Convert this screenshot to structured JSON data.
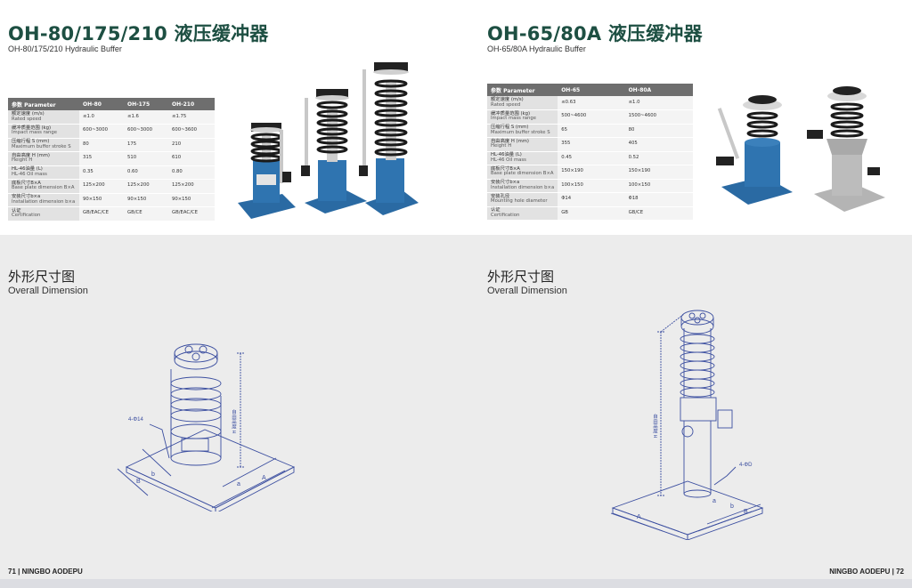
{
  "left": {
    "title": "OH-80/175/210 液压缓冲器",
    "subtitle": "OH-80/175/210 Hydraulic Buffer",
    "table": {
      "headers": [
        "参数 Parameter",
        "OH-80",
        "OH-175",
        "OH-210"
      ],
      "rows": [
        {
          "cn": "额定速度 (m/s)",
          "en": "Rated speed",
          "values": [
            "≤1.0",
            "≤1.6",
            "≤1.75"
          ]
        },
        {
          "cn": "缓冲质量范围 (kg)",
          "en": "Impact mass range",
          "values": [
            "600~3000",
            "600~3000",
            "600~3600"
          ]
        },
        {
          "cn": "压缩行程 S (mm)",
          "en": "Maximum buffer stroke S",
          "values": [
            "80",
            "175",
            "210"
          ]
        },
        {
          "cn": "自由高度 H (mm)",
          "en": "Height H",
          "values": [
            "315",
            "510",
            "610"
          ]
        },
        {
          "cn": "HL-46油量 (L)",
          "en": "HL-46 Oil mass",
          "values": [
            "0.35",
            "0.60",
            "0.80"
          ]
        },
        {
          "cn": "底板尺寸B×A",
          "en": "Base plate dimension B×A",
          "values": [
            "125×200",
            "125×200",
            "125×200"
          ]
        },
        {
          "cn": "安装尺寸b×a",
          "en": "Installation dimension b×a",
          "values": [
            "90×150",
            "90×150",
            "90×150"
          ]
        },
        {
          "cn": "认证",
          "en": "Certification",
          "values": [
            "GB/EAC/CE",
            "GB/CE",
            "GB/EAC/CE"
          ]
        }
      ]
    },
    "section_cn": "外形尺寸图",
    "section_en": "Overall Dimension",
    "drawing_labels": {
      "holes": "4-Φ14",
      "height": "自由高度 H",
      "B": "B",
      "b": "b",
      "a": "a",
      "A": "A"
    },
    "footer": "71 | NINGBO AODEPU"
  },
  "right": {
    "title": "OH-65/80A 液压缓冲器",
    "subtitle": "OH-65/80A Hydraulic Buffer",
    "table": {
      "headers": [
        "参数 Parameter",
        "OH-65",
        "OH-80A"
      ],
      "rows": [
        {
          "cn": "额定速度 (m/s)",
          "en": "Rated speed",
          "values": [
            "≤0.63",
            "≤1.0"
          ]
        },
        {
          "cn": "缓冲质量范围 (kg)",
          "en": "Impact mass range",
          "values": [
            "500~4600",
            "1500~4600"
          ]
        },
        {
          "cn": "压缩行程 S (mm)",
          "en": "Maximum buffer stroke S",
          "values": [
            "65",
            "80"
          ]
        },
        {
          "cn": "自由高度 H (mm)",
          "en": "Height H",
          "values": [
            "355",
            "405"
          ]
        },
        {
          "cn": "HL-46油量 (L)",
          "en": "HL-46 Oil mass",
          "values": [
            "0.45",
            "0.52"
          ]
        },
        {
          "cn": "底板尺寸B×A",
          "en": "Base plate dimension B×A",
          "values": [
            "150×190",
            "150×190"
          ]
        },
        {
          "cn": "安装尺寸b×a",
          "en": "Installation dimension b×a",
          "values": [
            "100×150",
            "100×150"
          ]
        },
        {
          "cn": "安装孔径",
          "en": "Mounting hole diameter",
          "values": [
            "Φ14",
            "Φ18"
          ]
        },
        {
          "cn": "认证",
          "en": "Certification",
          "values": [
            "GB",
            "GB/CE"
          ]
        }
      ]
    },
    "section_cn": "外形尺寸图",
    "section_en": "Overall Dimension",
    "drawing_labels": {
      "holes": "4-ΦD",
      "height": "自由高度 H",
      "B": "B",
      "b": "b",
      "a": "a",
      "A": "A"
    },
    "footer": "NINGBO AODEPU | 72"
  },
  "colors": {
    "title": "#1d4f42",
    "buffer_blue": "#2c6fa8",
    "buffer_grey": "#b9b9b9",
    "drawing_line": "#3c4fa0"
  }
}
